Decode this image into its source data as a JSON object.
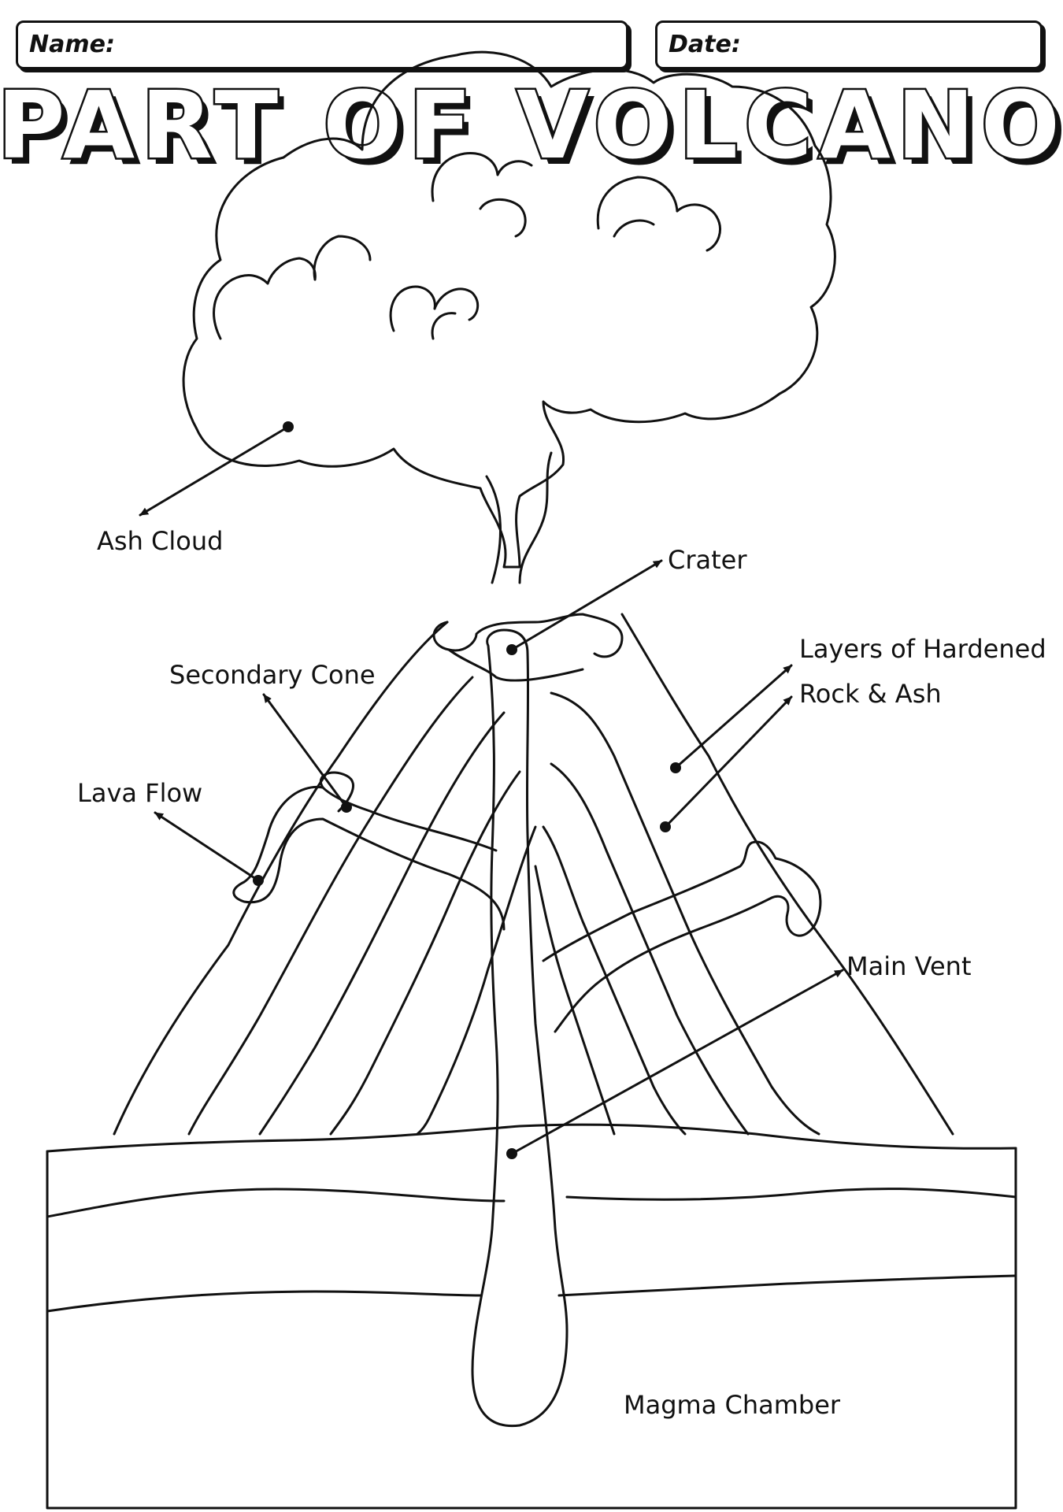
{
  "header": {
    "name_label": "Name:",
    "date_label": "Date:"
  },
  "title": "PART OF VOLCANO",
  "labels": {
    "ash_cloud": "Ash Cloud",
    "crater": "Crater",
    "layers_line1": "Layers of Hardened",
    "layers_line2": "Rock & Ash",
    "secondary_cone": "Secondary Cone",
    "lava_flow": "Lava Flow",
    "main_vent": "Main Vent",
    "magma_chamber": "Magma Chamber"
  }
}
